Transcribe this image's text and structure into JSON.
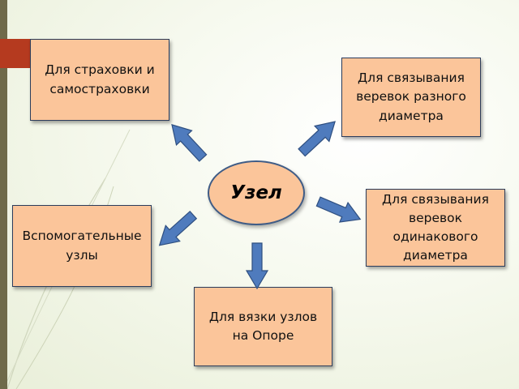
{
  "diagram": {
    "center": {
      "label": "Узел"
    },
    "nodes": [
      {
        "id": "top-left",
        "label": "Для страховки и\nсамостраховки"
      },
      {
        "id": "top-right",
        "label": "Для связывания\nверевок разного\nдиаметра"
      },
      {
        "id": "right",
        "label": "Для связывания\nверевок\nодинакового\nдиаметра"
      },
      {
        "id": "left",
        "label": "Вспомогательные\nузлы"
      },
      {
        "id": "bottom",
        "label": "Для вязки узлов\nна Опоре"
      }
    ]
  },
  "colors": {
    "box_fill": "#fbc59a",
    "box_border": "#2c3d5c",
    "arrow_fill": "#4f7bbd",
    "arrow_border": "#2f4f80",
    "accent": "#b53a1f"
  }
}
